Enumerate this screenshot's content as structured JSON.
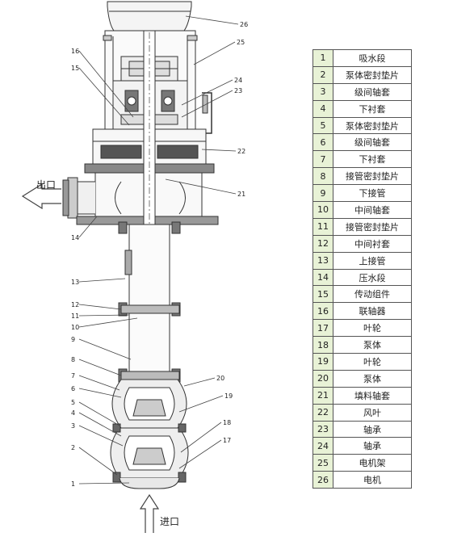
{
  "diagram": {
    "flow_labels": {
      "outlet": "出口",
      "inlet": "进口"
    },
    "callouts": [
      {
        "n": "26"
      },
      {
        "n": "25"
      },
      {
        "n": "24"
      },
      {
        "n": "23"
      },
      {
        "n": "22"
      },
      {
        "n": "21"
      },
      {
        "n": "20"
      },
      {
        "n": "19"
      },
      {
        "n": "18"
      },
      {
        "n": "17"
      },
      {
        "n": "16"
      },
      {
        "n": "15"
      },
      {
        "n": "14"
      },
      {
        "n": "13"
      },
      {
        "n": "12"
      },
      {
        "n": "11"
      },
      {
        "n": "10"
      },
      {
        "n": "9"
      },
      {
        "n": "8"
      },
      {
        "n": "7"
      },
      {
        "n": "6"
      },
      {
        "n": "5"
      },
      {
        "n": "4"
      },
      {
        "n": "3"
      },
      {
        "n": "2"
      },
      {
        "n": "1"
      }
    ]
  },
  "parts_table": {
    "rows": [
      {
        "num": "1",
        "name": "吸水段"
      },
      {
        "num": "2",
        "name": "泵体密封垫片"
      },
      {
        "num": "3",
        "name": "级间轴套"
      },
      {
        "num": "4",
        "name": "下衬套"
      },
      {
        "num": "5",
        "name": "泵体密封垫片"
      },
      {
        "num": "6",
        "name": "级间轴套"
      },
      {
        "num": "7",
        "name": "下衬套"
      },
      {
        "num": "8",
        "name": "接管密封垫片"
      },
      {
        "num": "9",
        "name": "下接管"
      },
      {
        "num": "10",
        "name": "中间轴套"
      },
      {
        "num": "11",
        "name": "接管密封垫片"
      },
      {
        "num": "12",
        "name": "中间衬套"
      },
      {
        "num": "13",
        "name": "上接管"
      },
      {
        "num": "14",
        "name": "压水段"
      },
      {
        "num": "15",
        "name": "传动组件"
      },
      {
        "num": "16",
        "name": "联轴器"
      },
      {
        "num": "17",
        "name": "叶轮"
      },
      {
        "num": "18",
        "name": "泵体"
      },
      {
        "num": "19",
        "name": "叶轮"
      },
      {
        "num": "20",
        "name": "泵体"
      },
      {
        "num": "21",
        "name": "填料轴套"
      },
      {
        "num": "22",
        "name": "风叶"
      },
      {
        "num": "23",
        "name": "轴承"
      },
      {
        "num": "24",
        "name": "轴承"
      },
      {
        "num": "25",
        "name": "电机架"
      },
      {
        "num": "26",
        "name": "电机"
      }
    ]
  }
}
